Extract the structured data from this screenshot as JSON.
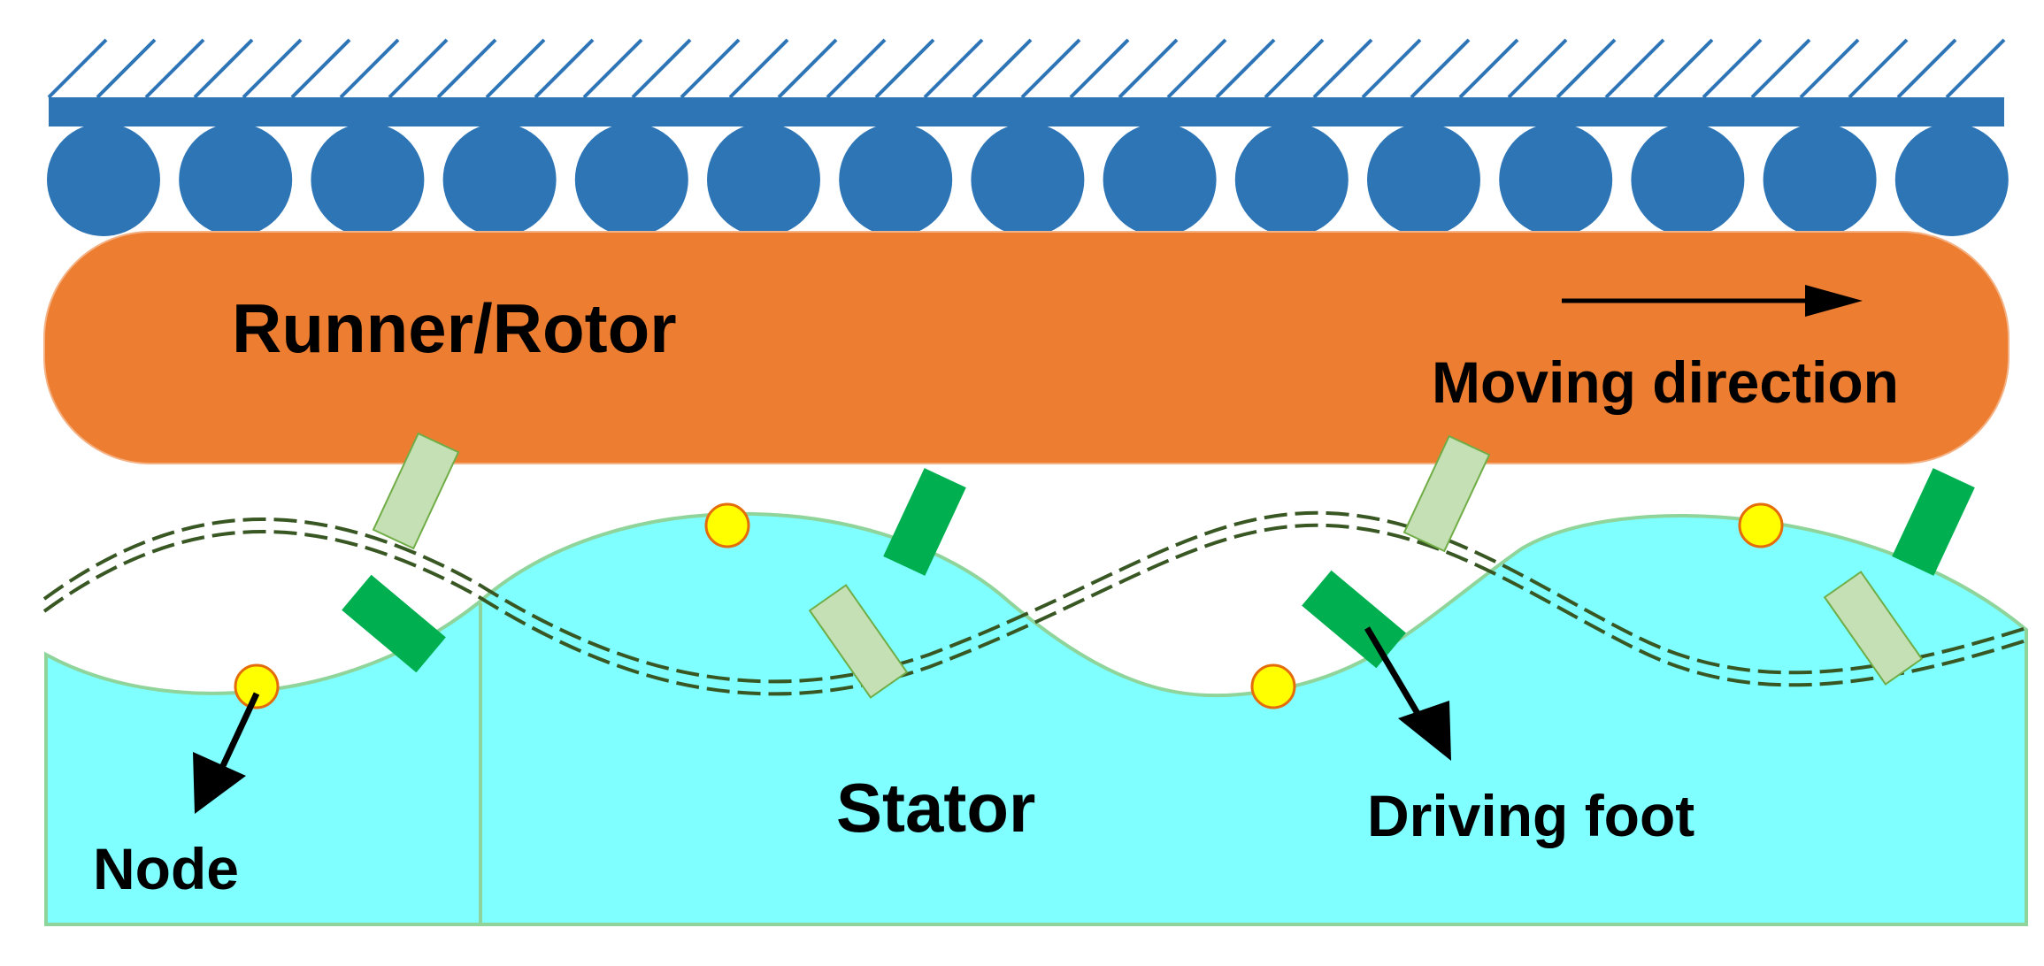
{
  "labels": {
    "runner": "Runner/Rotor",
    "moving_direction": "Moving direction",
    "stator": "Stator",
    "driving_foot": "Driving foot",
    "node": "Node"
  },
  "colors": {
    "rail": "#2E75B6",
    "roller": "#2E75B6",
    "runner": "#ED7D31",
    "stator": "#7FFFFF",
    "stator_edge": "#8FD49A",
    "foot_active": "#00B050",
    "foot_ghost": "#C5E0B4",
    "node": "#FFFF00",
    "node_edge": "#E46C0A",
    "arrow": "#000000"
  }
}
